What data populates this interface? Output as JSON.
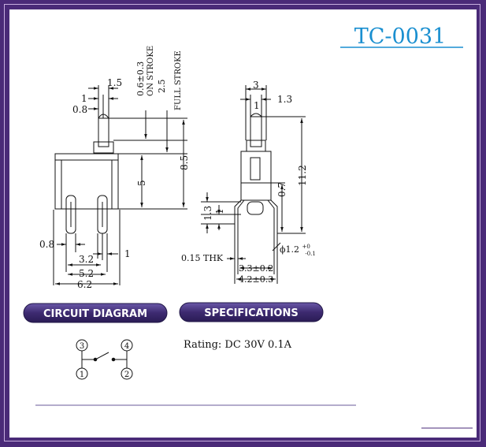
{
  "header": {
    "model": "TC-0031"
  },
  "side_view": {
    "dims": {
      "d1": "1",
      "d0_8": "0.8",
      "d1_5": "1.5",
      "on_stroke_val": "0.6±0.3",
      "on_stroke_label": "ON STROKE",
      "full_stroke_val": "2.5",
      "full_stroke_label": "FULL STROKE",
      "h8_5": "8.5",
      "h5": "5",
      "w0_8": "0.8",
      "w1": "1",
      "w3_2": "3.2",
      "w5_2": "5.2",
      "w6_2": "6.2"
    }
  },
  "front_view": {
    "dims": {
      "w3": "3",
      "w1": "1",
      "w1_3": "1.3",
      "h11_2": "11.2",
      "h0_7": "0.7",
      "l1_3": "1.3",
      "l1": "1",
      "pin_dia_base": "ϕ1.2",
      "pin_dia_sup": "+0",
      "pin_dia_sub": "-0.1",
      "thk": "0.15 THK",
      "w3_3": "3.3±0.2",
      "w4_2": "4.2±0.3"
    }
  },
  "sections": {
    "circuit_title": "CIRCUIT DIAGRAM",
    "spec_title": "SPECIFICATIONS"
  },
  "circuit": {
    "p1": "1",
    "p2": "2",
    "p3": "3",
    "p4": "4"
  },
  "specifications": {
    "rating": "Rating: DC 30V 0.1A"
  },
  "colors": {
    "frame": "#4a2a78",
    "title": "#1a8fd0",
    "pill": "#3d2a70",
    "ink": "#111111"
  }
}
